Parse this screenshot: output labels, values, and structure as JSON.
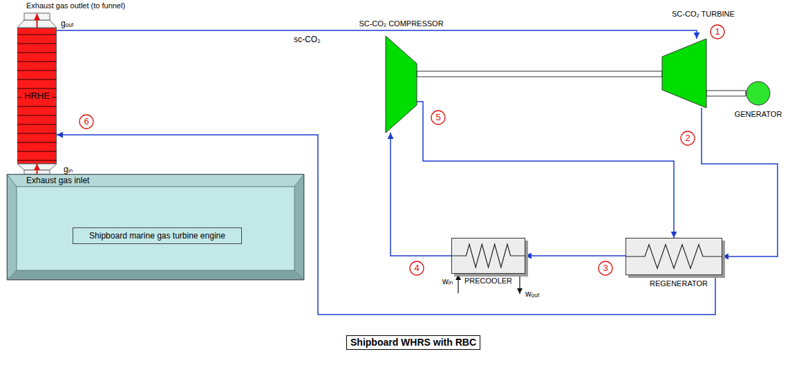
{
  "diagram": {
    "caption": "Shipboard WHRS with RBC",
    "nodes": [
      {
        "text": [
          "HRHE"
        ]
      },
      {
        "text": [
          "1"
        ]
      },
      {
        "text": [
          "SC-CO₂ TURBINE"
        ]
      },
      {
        "text": [
          "SC-CO₂ COMPRESSOR"
        ]
      },
      {
        "text": [
          "5"
        ]
      },
      {
        "text": [
          "2"
        ]
      },
      {
        "text": [
          "GENERATOR"
        ]
      },
      {
        "text": [
          "6"
        ]
      },
      {
        "text": [
          "Exhaust gas inlet"
        ]
      },
      {
        "text": [
          "Shipboard marine gas turbine engine"
        ],
        "in": 8
      },
      {
        "text": [
          "4"
        ]
      },
      {
        "text": [
          "PRECOOLER"
        ]
      },
      {
        "text": [
          "3"
        ]
      },
      {
        "text": [
          "REGENERATOR"
        ]
      }
    ],
    "edges": [
      {
        "from": 0,
        "to": 2,
        "arrow": "to"
      },
      {
        "from": 2,
        "to": 13,
        "arrow": "to"
      },
      {
        "from": 13,
        "to": 11,
        "arrow": "to"
      },
      {
        "from": 11,
        "to": 3,
        "arrow": "to"
      },
      {
        "from": 3,
        "to": 13,
        "arrow": "to"
      },
      {
        "from": 13,
        "to": 0,
        "arrow": "to"
      },
      {
        "from": 8,
        "to": 0,
        "arrow": "to"
      },
      {
        "from": 3,
        "to": 2,
        "arrow": "none"
      },
      {
        "from": 2,
        "to": 6,
        "arrow": "none"
      }
    ],
    "labels": [
      "Exhaust gas outlet (to funnel)",
      "gₒᵤₜ",
      "sc-CO₂",
      "gᵢₙ",
      "wᵢₙ",
      "wₒᵤₜ"
    ]
  }
}
